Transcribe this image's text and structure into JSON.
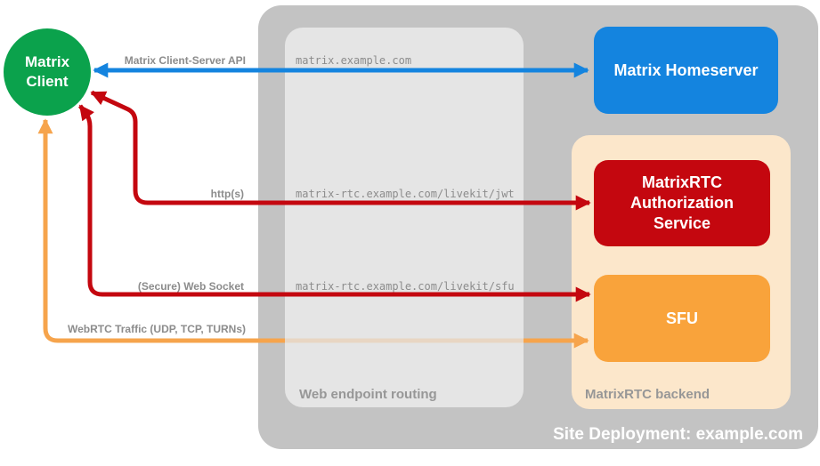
{
  "colors": {
    "container_gray": "#C3C3C3",
    "routing_gray": "#E5E5E5",
    "backend_peach": "#FCE7CB",
    "client_green": "#0BA24C",
    "homeserver_blue": "#1484DF",
    "service_red": "#C4070F",
    "sfu_orange": "#F9A33B",
    "webrtc_orange": "#F6A44C",
    "label_gray": "#8C8C8C",
    "caption_gray": "#979797"
  },
  "client": {
    "label": "Matrix\nClient"
  },
  "homeserver": {
    "label": "Matrix Homeserver"
  },
  "backend": {
    "caption": "MatrixRTC backend",
    "auth_service_label": "MatrixRTC Authorization Service",
    "sfu_label": "SFU"
  },
  "routing": {
    "caption": "Web endpoint routing",
    "endpoints": [
      "matrix.example.com",
      "matrix-rtc.example.com/livekit/jwt",
      "matrix-rtc.example.com/livekit/sfu"
    ]
  },
  "deployment": {
    "caption": "Site Deployment: example.com"
  },
  "arrows": {
    "client_server_api": {
      "label": "Matrix Client-Server API",
      "color": "#1484DF"
    },
    "http": {
      "label": "http(s)",
      "color": "#C4070F"
    },
    "websocket": {
      "label": "(Secure) Web Socket",
      "color": "#C4070F"
    },
    "webrtc": {
      "label": "WebRTC Traffic (UDP, TCP, TURNs)",
      "color": "#F6A44C"
    }
  }
}
